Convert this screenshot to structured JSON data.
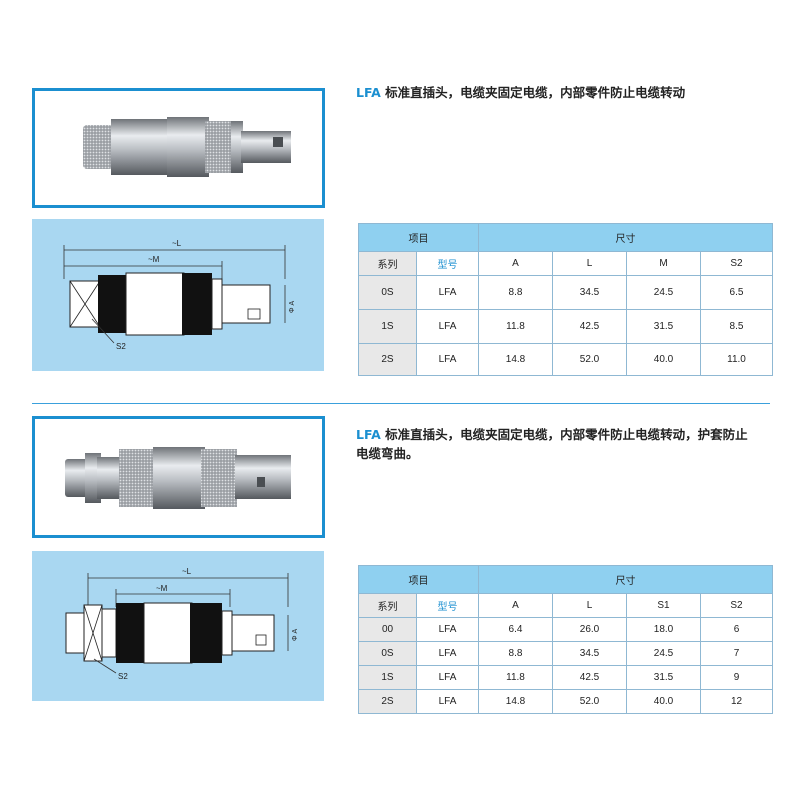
{
  "sections": [
    {
      "title_brand": "LFA",
      "title_text": "标准直插头，电缆夹固定电缆，内部零件防止电缆转动",
      "title_text_line2": "",
      "drawing_labels": {
        "L": "~L",
        "M": "~M",
        "A": "Φ A",
        "S2": "S2"
      },
      "table": {
        "header_item": "项目",
        "header_size": "尺寸",
        "columns": [
          "系列",
          "型号",
          "A",
          "L",
          "M",
          "S2"
        ],
        "rows": [
          [
            "0S",
            "LFA",
            "8.8",
            "34.5",
            "24.5",
            "6.5"
          ],
          [
            "1S",
            "LFA",
            "11.8",
            "42.5",
            "31.5",
            "8.5"
          ],
          [
            "2S",
            "LFA",
            "14.8",
            "52.0",
            "40.0",
            "11.0"
          ]
        ]
      }
    },
    {
      "title_brand": "LFA",
      "title_text": "标准直插头，电缆夹固定电缆，内部零件防止电缆转动，护套防止",
      "title_text_line2": "电缆弯曲。",
      "drawing_labels": {
        "L": "~L",
        "M": "~M",
        "A": "Φ A",
        "S2": "S2"
      },
      "table": {
        "header_item": "项目",
        "header_size": "尺寸",
        "columns": [
          "系列",
          "型号",
          "A",
          "L",
          "S1",
          "S2"
        ],
        "rows": [
          [
            "00",
            "LFA",
            "6.4",
            "26.0",
            "18.0",
            "6"
          ],
          [
            "0S",
            "LFA",
            "8.8",
            "34.5",
            "24.5",
            "7"
          ],
          [
            "1S",
            "LFA",
            "11.8",
            "42.5",
            "31.5",
            "9"
          ],
          [
            "2S",
            "LFA",
            "14.8",
            "52.0",
            "40.0",
            "12"
          ]
        ]
      }
    }
  ],
  "colors": {
    "accent": "#1b8fd0",
    "drawing_bg": "#a9d7f1",
    "table_header": "#8fd0f0"
  }
}
